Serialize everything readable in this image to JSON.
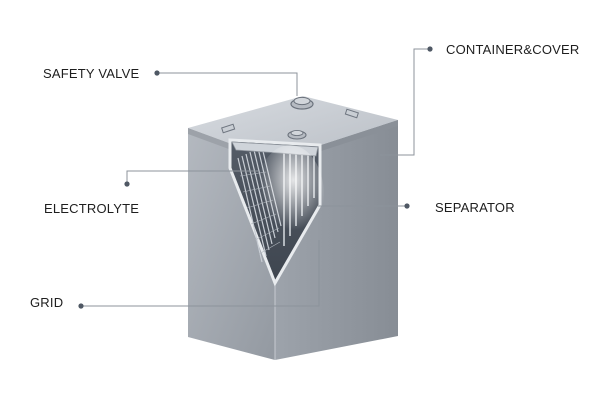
{
  "labels": {
    "safety_valve": "SAFETY VALVE",
    "container_cover": "CONTAINER&COVER",
    "electrolyte": "ELECTROLYTE",
    "separator": "SEPARATOR",
    "grid": "GRID"
  },
  "colors": {
    "body_front": "#a2a8b0",
    "body_side": "#8f959d",
    "body_top": "#c7ccd2",
    "leader_line": "#8c939b",
    "dot": "#4f5864",
    "label_text": "#1e1e1e"
  }
}
